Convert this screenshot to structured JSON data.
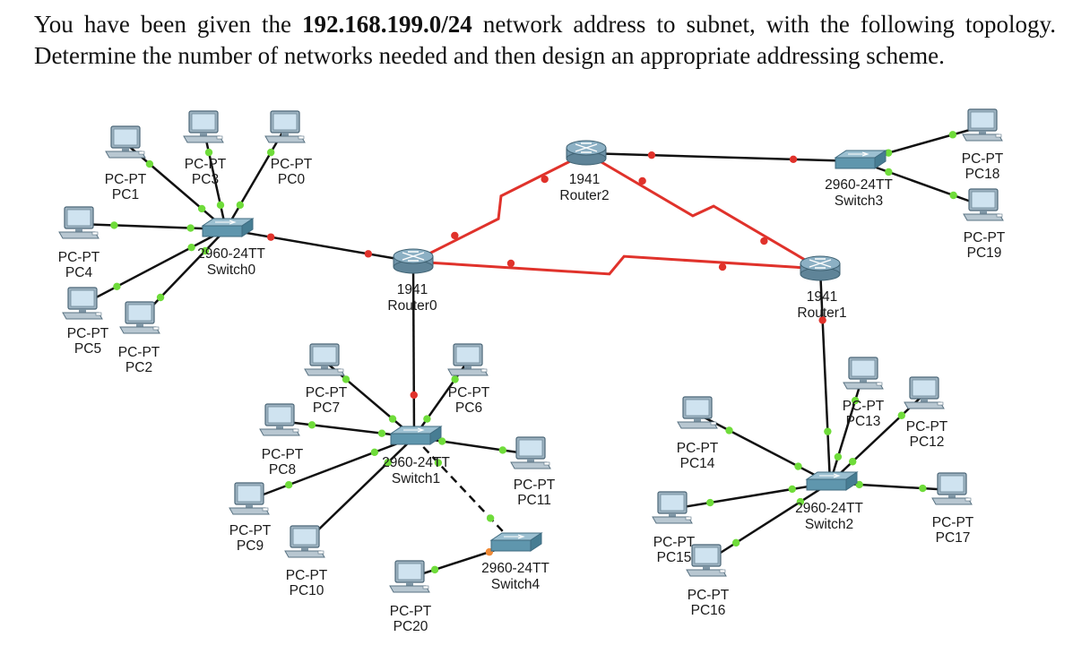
{
  "question": {
    "before": "You have been given the ",
    "address": "192.168.199.0/24",
    "after": " network address to subnet, with the following topology. Determine the number of networks needed and then design an appropriate addressing scheme."
  },
  "colors": {
    "ethernet_link": "#111111",
    "serial_link": "#e0322b",
    "port_up": "#6fdc3a",
    "port_down": "#e0322b",
    "port_pending": "#f08a36",
    "switch_body": "#5f96ad",
    "router_body": "#8cb0c4",
    "pc_screen": "#cfe3f0"
  },
  "nodes": [
    {
      "id": "PC1",
      "kind": "pc",
      "model": "PC-PT",
      "name": "PC1"
    },
    {
      "id": "PC3",
      "kind": "pc",
      "model": "PC-PT",
      "name": "PC3"
    },
    {
      "id": "PC0",
      "kind": "pc",
      "model": "PC-PT",
      "name": "PC0"
    },
    {
      "id": "PC4",
      "kind": "pc",
      "model": "PC-PT",
      "name": "PC4"
    },
    {
      "id": "PC5",
      "kind": "pc",
      "model": "PC-PT",
      "name": "PC5"
    },
    {
      "id": "PC2",
      "kind": "pc",
      "model": "PC-PT",
      "name": "PC2"
    },
    {
      "id": "SW0",
      "kind": "switch",
      "model": "2960-24TT",
      "name": "Switch0"
    },
    {
      "id": "R0",
      "kind": "router",
      "model": "1941",
      "name": "Router0"
    },
    {
      "id": "R2",
      "kind": "router",
      "model": "1941",
      "name": "Router2"
    },
    {
      "id": "R1",
      "kind": "router",
      "model": "1941",
      "name": "Router1"
    },
    {
      "id": "SW3",
      "kind": "switch",
      "model": "2960-24TT",
      "name": "Switch3"
    },
    {
      "id": "PC18",
      "kind": "pc",
      "model": "PC-PT",
      "name": "PC18"
    },
    {
      "id": "PC19",
      "kind": "pc",
      "model": "PC-PT",
      "name": "PC19"
    },
    {
      "id": "PC7",
      "kind": "pc",
      "model": "PC-PT",
      "name": "PC7"
    },
    {
      "id": "PC6",
      "kind": "pc",
      "model": "PC-PT",
      "name": "PC6"
    },
    {
      "id": "PC8",
      "kind": "pc",
      "model": "PC-PT",
      "name": "PC8"
    },
    {
      "id": "SW1",
      "kind": "switch",
      "model": "2960-24TT",
      "name": "Switch1"
    },
    {
      "id": "PC11",
      "kind": "pc",
      "model": "PC-PT",
      "name": "PC11"
    },
    {
      "id": "PC9",
      "kind": "pc",
      "model": "PC-PT",
      "name": "PC9"
    },
    {
      "id": "PC10",
      "kind": "pc",
      "model": "PC-PT",
      "name": "PC10"
    },
    {
      "id": "SW4",
      "kind": "switch",
      "model": "2960-24TT",
      "name": "Switch4"
    },
    {
      "id": "PC20",
      "kind": "pc",
      "model": "PC-PT",
      "name": "PC20"
    },
    {
      "id": "PC13",
      "kind": "pc",
      "model": "PC-PT",
      "name": "PC13"
    },
    {
      "id": "PC12",
      "kind": "pc",
      "model": "PC-PT",
      "name": "PC12"
    },
    {
      "id": "PC14",
      "kind": "pc",
      "model": "PC-PT",
      "name": "PC14"
    },
    {
      "id": "SW2",
      "kind": "switch",
      "model": "2960-24TT",
      "name": "Switch2"
    },
    {
      "id": "PC15",
      "kind": "pc",
      "model": "PC-PT",
      "name": "PC15"
    },
    {
      "id": "PC17",
      "kind": "pc",
      "model": "PC-PT",
      "name": "PC17"
    },
    {
      "id": "PC16",
      "kind": "pc",
      "model": "PC-PT",
      "name": "PC16"
    }
  ],
  "links": [
    {
      "from": "SW0",
      "to": "PC1",
      "type": "ethernet",
      "status": [
        "up",
        "up"
      ]
    },
    {
      "from": "SW0",
      "to": "PC3",
      "type": "ethernet",
      "status": [
        "up",
        "up"
      ]
    },
    {
      "from": "SW0",
      "to": "PC0",
      "type": "ethernet",
      "status": [
        "up",
        "up"
      ]
    },
    {
      "from": "SW0",
      "to": "PC4",
      "type": "ethernet",
      "status": [
        "up",
        "up"
      ]
    },
    {
      "from": "SW0",
      "to": "PC5",
      "type": "ethernet",
      "status": [
        "up",
        "up"
      ]
    },
    {
      "from": "SW0",
      "to": "PC2",
      "type": "ethernet",
      "status": [
        "up",
        "up"
      ]
    },
    {
      "from": "SW0",
      "to": "R0",
      "type": "ethernet",
      "status": [
        "down",
        "down"
      ]
    },
    {
      "from": "R0",
      "to": "R2",
      "type": "serial",
      "status": [
        "down",
        "down"
      ]
    },
    {
      "from": "R0",
      "to": "R1",
      "type": "serial",
      "status": [
        "down",
        "down"
      ]
    },
    {
      "from": "R2",
      "to": "R1",
      "type": "serial",
      "status": [
        "down",
        "down"
      ]
    },
    {
      "from": "R2",
      "to": "SW3",
      "type": "ethernet",
      "status": [
        "down",
        "down"
      ]
    },
    {
      "from": "SW3",
      "to": "PC18",
      "type": "ethernet",
      "status": [
        "up",
        "up"
      ]
    },
    {
      "from": "SW3",
      "to": "PC19",
      "type": "ethernet",
      "status": [
        "up",
        "up"
      ]
    },
    {
      "from": "R0",
      "to": "SW1",
      "type": "ethernet",
      "status": [
        "none",
        "down"
      ]
    },
    {
      "from": "SW1",
      "to": "PC7",
      "type": "ethernet",
      "status": [
        "up",
        "up"
      ]
    },
    {
      "from": "SW1",
      "to": "PC6",
      "type": "ethernet",
      "status": [
        "up",
        "up"
      ]
    },
    {
      "from": "SW1",
      "to": "PC8",
      "type": "ethernet",
      "status": [
        "up",
        "up"
      ]
    },
    {
      "from": "SW1",
      "to": "PC11",
      "type": "ethernet",
      "status": [
        "up",
        "up"
      ]
    },
    {
      "from": "SW1",
      "to": "PC9",
      "type": "ethernet",
      "status": [
        "up",
        "up"
      ]
    },
    {
      "from": "SW1",
      "to": "PC10",
      "type": "ethernet",
      "status": [
        "up",
        "none"
      ]
    },
    {
      "from": "SW1",
      "to": "SW4",
      "type": "crossover",
      "status": [
        "up",
        "up"
      ]
    },
    {
      "from": "SW4",
      "to": "PC20",
      "type": "ethernet",
      "status": [
        "pending",
        "up"
      ]
    },
    {
      "from": "R1",
      "to": "SW2",
      "type": "ethernet",
      "status": [
        "down",
        "up"
      ]
    },
    {
      "from": "SW2",
      "to": "PC13",
      "type": "ethernet",
      "status": [
        "up",
        "up"
      ]
    },
    {
      "from": "SW2",
      "to": "PC12",
      "type": "ethernet",
      "status": [
        "up",
        "up"
      ]
    },
    {
      "from": "SW2",
      "to": "PC14",
      "type": "ethernet",
      "status": [
        "up",
        "up"
      ]
    },
    {
      "from": "SW2",
      "to": "PC15",
      "type": "ethernet",
      "status": [
        "up",
        "up"
      ]
    },
    {
      "from": "SW2",
      "to": "PC17",
      "type": "ethernet",
      "status": [
        "up",
        "up"
      ]
    },
    {
      "from": "SW2",
      "to": "PC16",
      "type": "ethernet",
      "status": [
        "up",
        "up"
      ]
    }
  ]
}
